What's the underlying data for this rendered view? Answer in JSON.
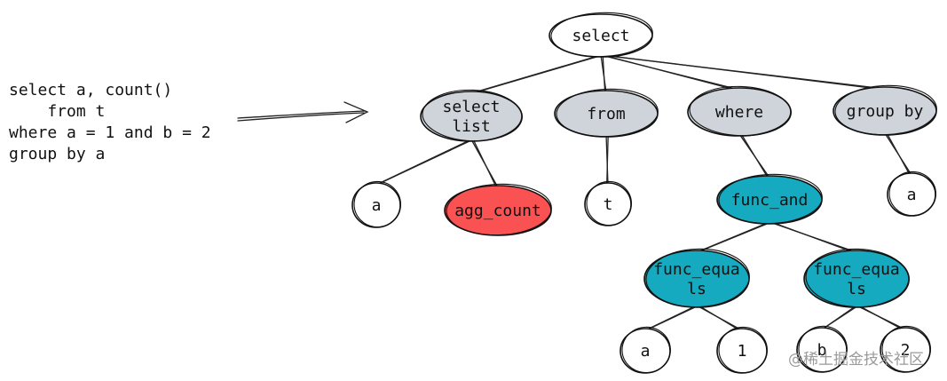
{
  "sql": {
    "lines": [
      "select a, count()",
      "    from t",
      "where a = 1 and b = 2",
      "group by a"
    ]
  },
  "tree": {
    "nodes": [
      {
        "id": "select",
        "lines": [
          "select"
        ],
        "style": "root"
      },
      {
        "id": "select-list",
        "lines": [
          "select",
          "list"
        ],
        "style": "clause"
      },
      {
        "id": "from",
        "lines": [
          "from"
        ],
        "style": "clause"
      },
      {
        "id": "where",
        "lines": [
          "where"
        ],
        "style": "clause"
      },
      {
        "id": "group-by",
        "lines": [
          "group by"
        ],
        "style": "clause"
      },
      {
        "id": "col-a",
        "lines": [
          "a"
        ],
        "style": "leaf"
      },
      {
        "id": "agg-count",
        "lines": [
          "agg_count"
        ],
        "style": "agg"
      },
      {
        "id": "table-t",
        "lines": [
          "t"
        ],
        "style": "leaf"
      },
      {
        "id": "func-and",
        "lines": [
          "func_and"
        ],
        "style": "func"
      },
      {
        "id": "group-a",
        "lines": [
          "a"
        ],
        "style": "leaf"
      },
      {
        "id": "func-equals-1",
        "lines": [
          "func_equa",
          "ls"
        ],
        "style": "func"
      },
      {
        "id": "func-equals-2",
        "lines": [
          "func_equa",
          "ls"
        ],
        "style": "func"
      },
      {
        "id": "eq1-a",
        "lines": [
          "a"
        ],
        "style": "leaf"
      },
      {
        "id": "eq1-1",
        "lines": [
          "1"
        ],
        "style": "leaf"
      },
      {
        "id": "eq2-b",
        "lines": [
          "b"
        ],
        "style": "leaf"
      },
      {
        "id": "eq2-2",
        "lines": [
          "2"
        ],
        "style": "leaf"
      }
    ],
    "edges": [
      [
        "select",
        "select-list"
      ],
      [
        "select",
        "from"
      ],
      [
        "select",
        "where"
      ],
      [
        "select",
        "group-by"
      ],
      [
        "select-list",
        "col-a"
      ],
      [
        "select-list",
        "agg-count"
      ],
      [
        "from",
        "table-t"
      ],
      [
        "where",
        "func-and"
      ],
      [
        "group-by",
        "group-a"
      ],
      [
        "func-and",
        "func-equals-1"
      ],
      [
        "func-and",
        "func-equals-2"
      ],
      [
        "func-equals-1",
        "eq1-a"
      ],
      [
        "func-equals-1",
        "eq1-1"
      ],
      [
        "func-equals-2",
        "eq2-b"
      ],
      [
        "func-equals-2",
        "eq2-2"
      ]
    ]
  },
  "colors": {
    "root": "#ffffff",
    "clause": "#ced4da",
    "leaf": "#ffffff",
    "agg": "#fa5252",
    "func": "#15aabf"
  },
  "watermark": "@稀土掘金技术社区"
}
